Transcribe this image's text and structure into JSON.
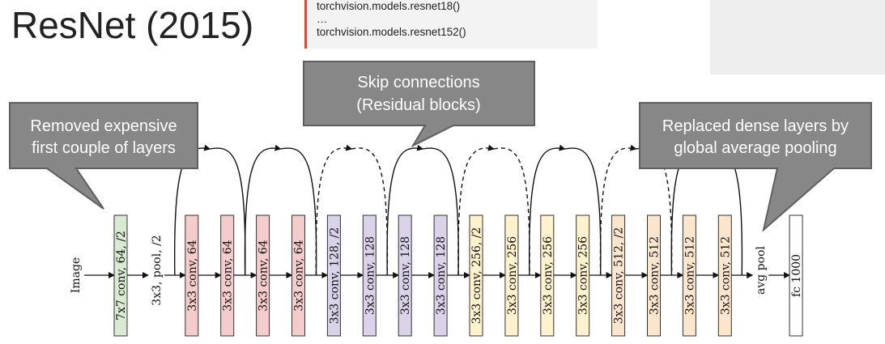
{
  "slide": {
    "title": "ResNet (2015)"
  },
  "code": {
    "lines": [
      "torchvision.models.resnet18()",
      "…",
      "torchvision.models.resnet152()"
    ]
  },
  "diagram": {
    "input_label": "Image",
    "layers": [
      {
        "label": "7x7 conv, 64, /2",
        "color": "#d9ead3",
        "boxed": true
      },
      {
        "label": "3x3, pool, /2",
        "color": null,
        "boxed": false
      },
      {
        "label": "3x3 conv, 64",
        "color": "#f4cccc",
        "boxed": true
      },
      {
        "label": "3x3 conv, 64",
        "color": "#f4cccc",
        "boxed": true
      },
      {
        "label": "3x3 conv, 64",
        "color": "#f4cccc",
        "boxed": true
      },
      {
        "label": "3x3 conv, 64",
        "color": "#f4cccc",
        "boxed": true
      },
      {
        "label": "3x3 conv, 128, /2",
        "color": "#d9d2e9",
        "boxed": true
      },
      {
        "label": "3x3 conv, 128",
        "color": "#d9d2e9",
        "boxed": true
      },
      {
        "label": "3x3 conv, 128",
        "color": "#d9d2e9",
        "boxed": true
      },
      {
        "label": "3x3 conv, 128",
        "color": "#d9d2e9",
        "boxed": true
      },
      {
        "label": "3x3 conv, 256, /2",
        "color": "#fff2cc",
        "boxed": true
      },
      {
        "label": "3x3 conv, 256",
        "color": "#fff2cc",
        "boxed": true
      },
      {
        "label": "3x3 conv, 256",
        "color": "#fff2cc",
        "boxed": true
      },
      {
        "label": "3x3 conv, 256",
        "color": "#fff2cc",
        "boxed": true
      },
      {
        "label": "3x3 conv, 512, /2",
        "color": "#fce5cd",
        "boxed": true
      },
      {
        "label": "3x3 conv, 512",
        "color": "#fce5cd",
        "boxed": true
      },
      {
        "label": "3x3 conv, 512",
        "color": "#fce5cd",
        "boxed": true
      },
      {
        "label": "3x3 conv, 512",
        "color": "#fce5cd",
        "boxed": true
      },
      {
        "label": "avg pool",
        "color": null,
        "boxed": false
      },
      {
        "label": "fc 1000",
        "color": "#ffffff",
        "boxed": true
      }
    ],
    "skips": [
      {
        "from": 1,
        "to": 3,
        "dashed": false
      },
      {
        "from": 3,
        "to": 5,
        "dashed": false
      },
      {
        "from": 5,
        "to": 7,
        "dashed": true
      },
      {
        "from": 7,
        "to": 9,
        "dashed": false
      },
      {
        "from": 9,
        "to": 11,
        "dashed": true
      },
      {
        "from": 11,
        "to": 13,
        "dashed": false
      },
      {
        "from": 13,
        "to": 15,
        "dashed": true
      },
      {
        "from": 15,
        "to": 17,
        "dashed": false
      }
    ],
    "callouts": {
      "left": [
        "Removed expensive",
        "first couple of layers"
      ],
      "middle": [
        "Skip connections",
        "(Residual blocks)"
      ],
      "right": [
        "Replaced dense layers by",
        "global average pooling"
      ]
    }
  }
}
